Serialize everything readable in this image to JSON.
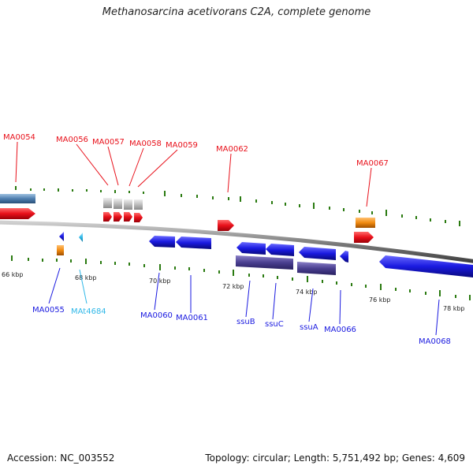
{
  "title": "Methanosarcina acetivorans C2A, complete genome",
  "footer": {
    "accession": "Accession: NC_003552",
    "summary": "Topology: circular; Length: 5,751,492 bp; Genes: 4,609"
  },
  "colors": {
    "red_gene": "#e8101a",
    "blue_gene": "#1a1ae0",
    "cyan_gene": "#30b8e8",
    "orange_gene": "#f08a10",
    "gray_gene": "#bdbdbd",
    "steel_gene": "#4f7fb0",
    "purple_gene": "#4a3f90",
    "tick_green": "#2a7a10",
    "backbone": "#808080"
  },
  "kbp_labels": [
    "66 kbp",
    "68 kbp",
    "70 kbp",
    "72 kbp",
    "74 kbp",
    "76 kbp",
    "78 kbp"
  ],
  "top_labels": [
    "MA0054",
    "MA0056",
    "MA0057",
    "MA0058",
    "MA0059",
    "MA0062",
    "MA0067"
  ],
  "bottom_labels": [
    "MA0055",
    "MAt4684",
    "MA0060",
    "MA0061",
    "ssuB",
    "ssuC",
    "ssuA",
    "MA0066",
    "MA0068"
  ]
}
